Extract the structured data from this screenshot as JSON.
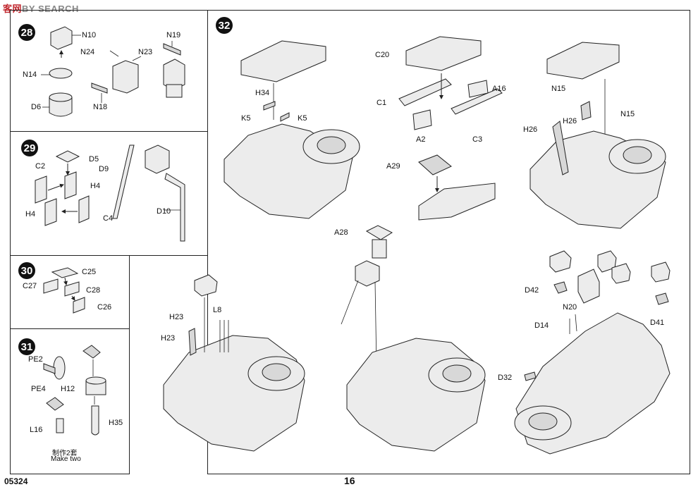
{
  "watermark": {
    "a": "客",
    "b": "网",
    "c": "BY SEARCH"
  },
  "footer": {
    "code": "05324",
    "page": "16"
  },
  "steps": {
    "s28": "28",
    "s29": "29",
    "s30": "30",
    "s31": "31",
    "s32": "32"
  },
  "labels": {
    "n10": "N10",
    "n24": "N24",
    "n23": "N23",
    "n19": "N19",
    "n14": "N14",
    "d6": "D6",
    "n18": "N18",
    "d5": "D5",
    "d9": "D9",
    "c2": "C2",
    "h4a": "H4",
    "h4b": "H4",
    "c4": "C4",
    "d10": "D10",
    "c25": "C25",
    "c27": "C27",
    "c28": "C28",
    "c26": "C26",
    "pe2": "PE2",
    "pe4": "PE4",
    "h12": "H12",
    "l16": "L16",
    "h35": "H35",
    "h34": "H34",
    "k5a": "K5",
    "k5b": "K5",
    "c20": "C20",
    "c1": "C1",
    "a16": "A16",
    "a2": "A2",
    "c3": "C3",
    "a29": "A29",
    "n15a": "N15",
    "n15b": "N15",
    "h26a": "H26",
    "h26b": "H26",
    "a28": "A28",
    "h23a": "H23",
    "h23b": "H23",
    "l8": "L8",
    "d42": "D42",
    "n20": "N20",
    "d14": "D14",
    "d41": "D41",
    "d32": "D32"
  },
  "make_two": {
    "cn": "制作2套",
    "en": "Make two"
  },
  "colors": {
    "ink": "#111111",
    "watermark_red": "#c0262d",
    "watermark_gray": "#8a8a8a"
  }
}
